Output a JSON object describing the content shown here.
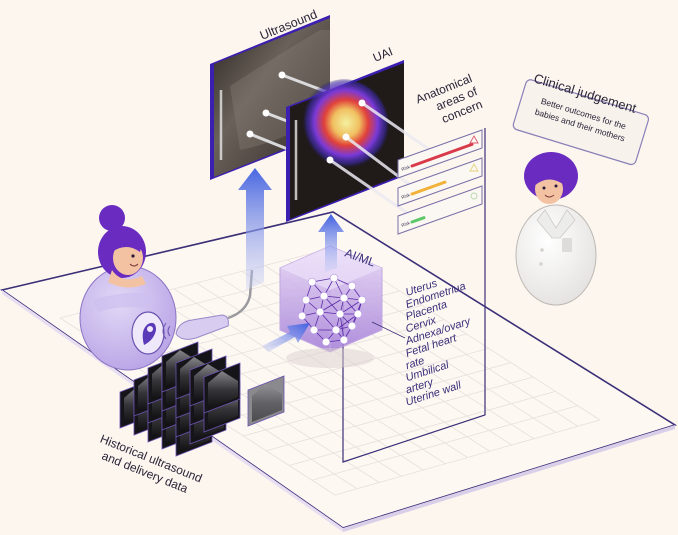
{
  "diagram": {
    "title": "AI-assisted obstetric ultrasound workflow",
    "labels": {
      "ultrasound": "Ultrasound",
      "uai": "UAI",
      "anatomical_areas": [
        "Anatomical",
        "areas of",
        "concern"
      ],
      "ai_ml": "AI/ML",
      "historical_data": [
        "Historical ultrasound",
        "and delivery data"
      ],
      "clinical_judgement_title": "Clinical judgement",
      "clinical_judgement_body": [
        "Better outcomes for the",
        "babies and their mothers"
      ]
    },
    "anatomy_list": [
      "Uterus",
      "Endometriua",
      "Placenta",
      "Cervix",
      "Adnexa/ovary",
      "Fetal heart",
      "rate",
      "Umbilical",
      "artery",
      "Uterine wall"
    ],
    "risk_cards": [
      {
        "label": "Risk",
        "level": "high",
        "fill": 1.0,
        "color": "#d93a4a",
        "icon": "warning-triangle-icon",
        "icon_color": "#e0556a"
      },
      {
        "label": "Risk",
        "level": "medium",
        "fill": 0.55,
        "color": "#f2b23a",
        "icon": "warning-triangle-icon",
        "icon_color": "#e6d27a"
      },
      {
        "label": "Risk",
        "level": "low",
        "fill": 0.2,
        "color": "#5cc86a",
        "icon": "check-shield-icon",
        "icon_color": "#b9d9b0"
      }
    ],
    "historical_scan_count": 20,
    "colors": {
      "background": "#fcf6ef",
      "platform_edge": "#3b2f78",
      "grid": "#e6dfe0",
      "accent_purple": "#6a2bc0",
      "arrow_blue": "#4a68e0"
    }
  }
}
